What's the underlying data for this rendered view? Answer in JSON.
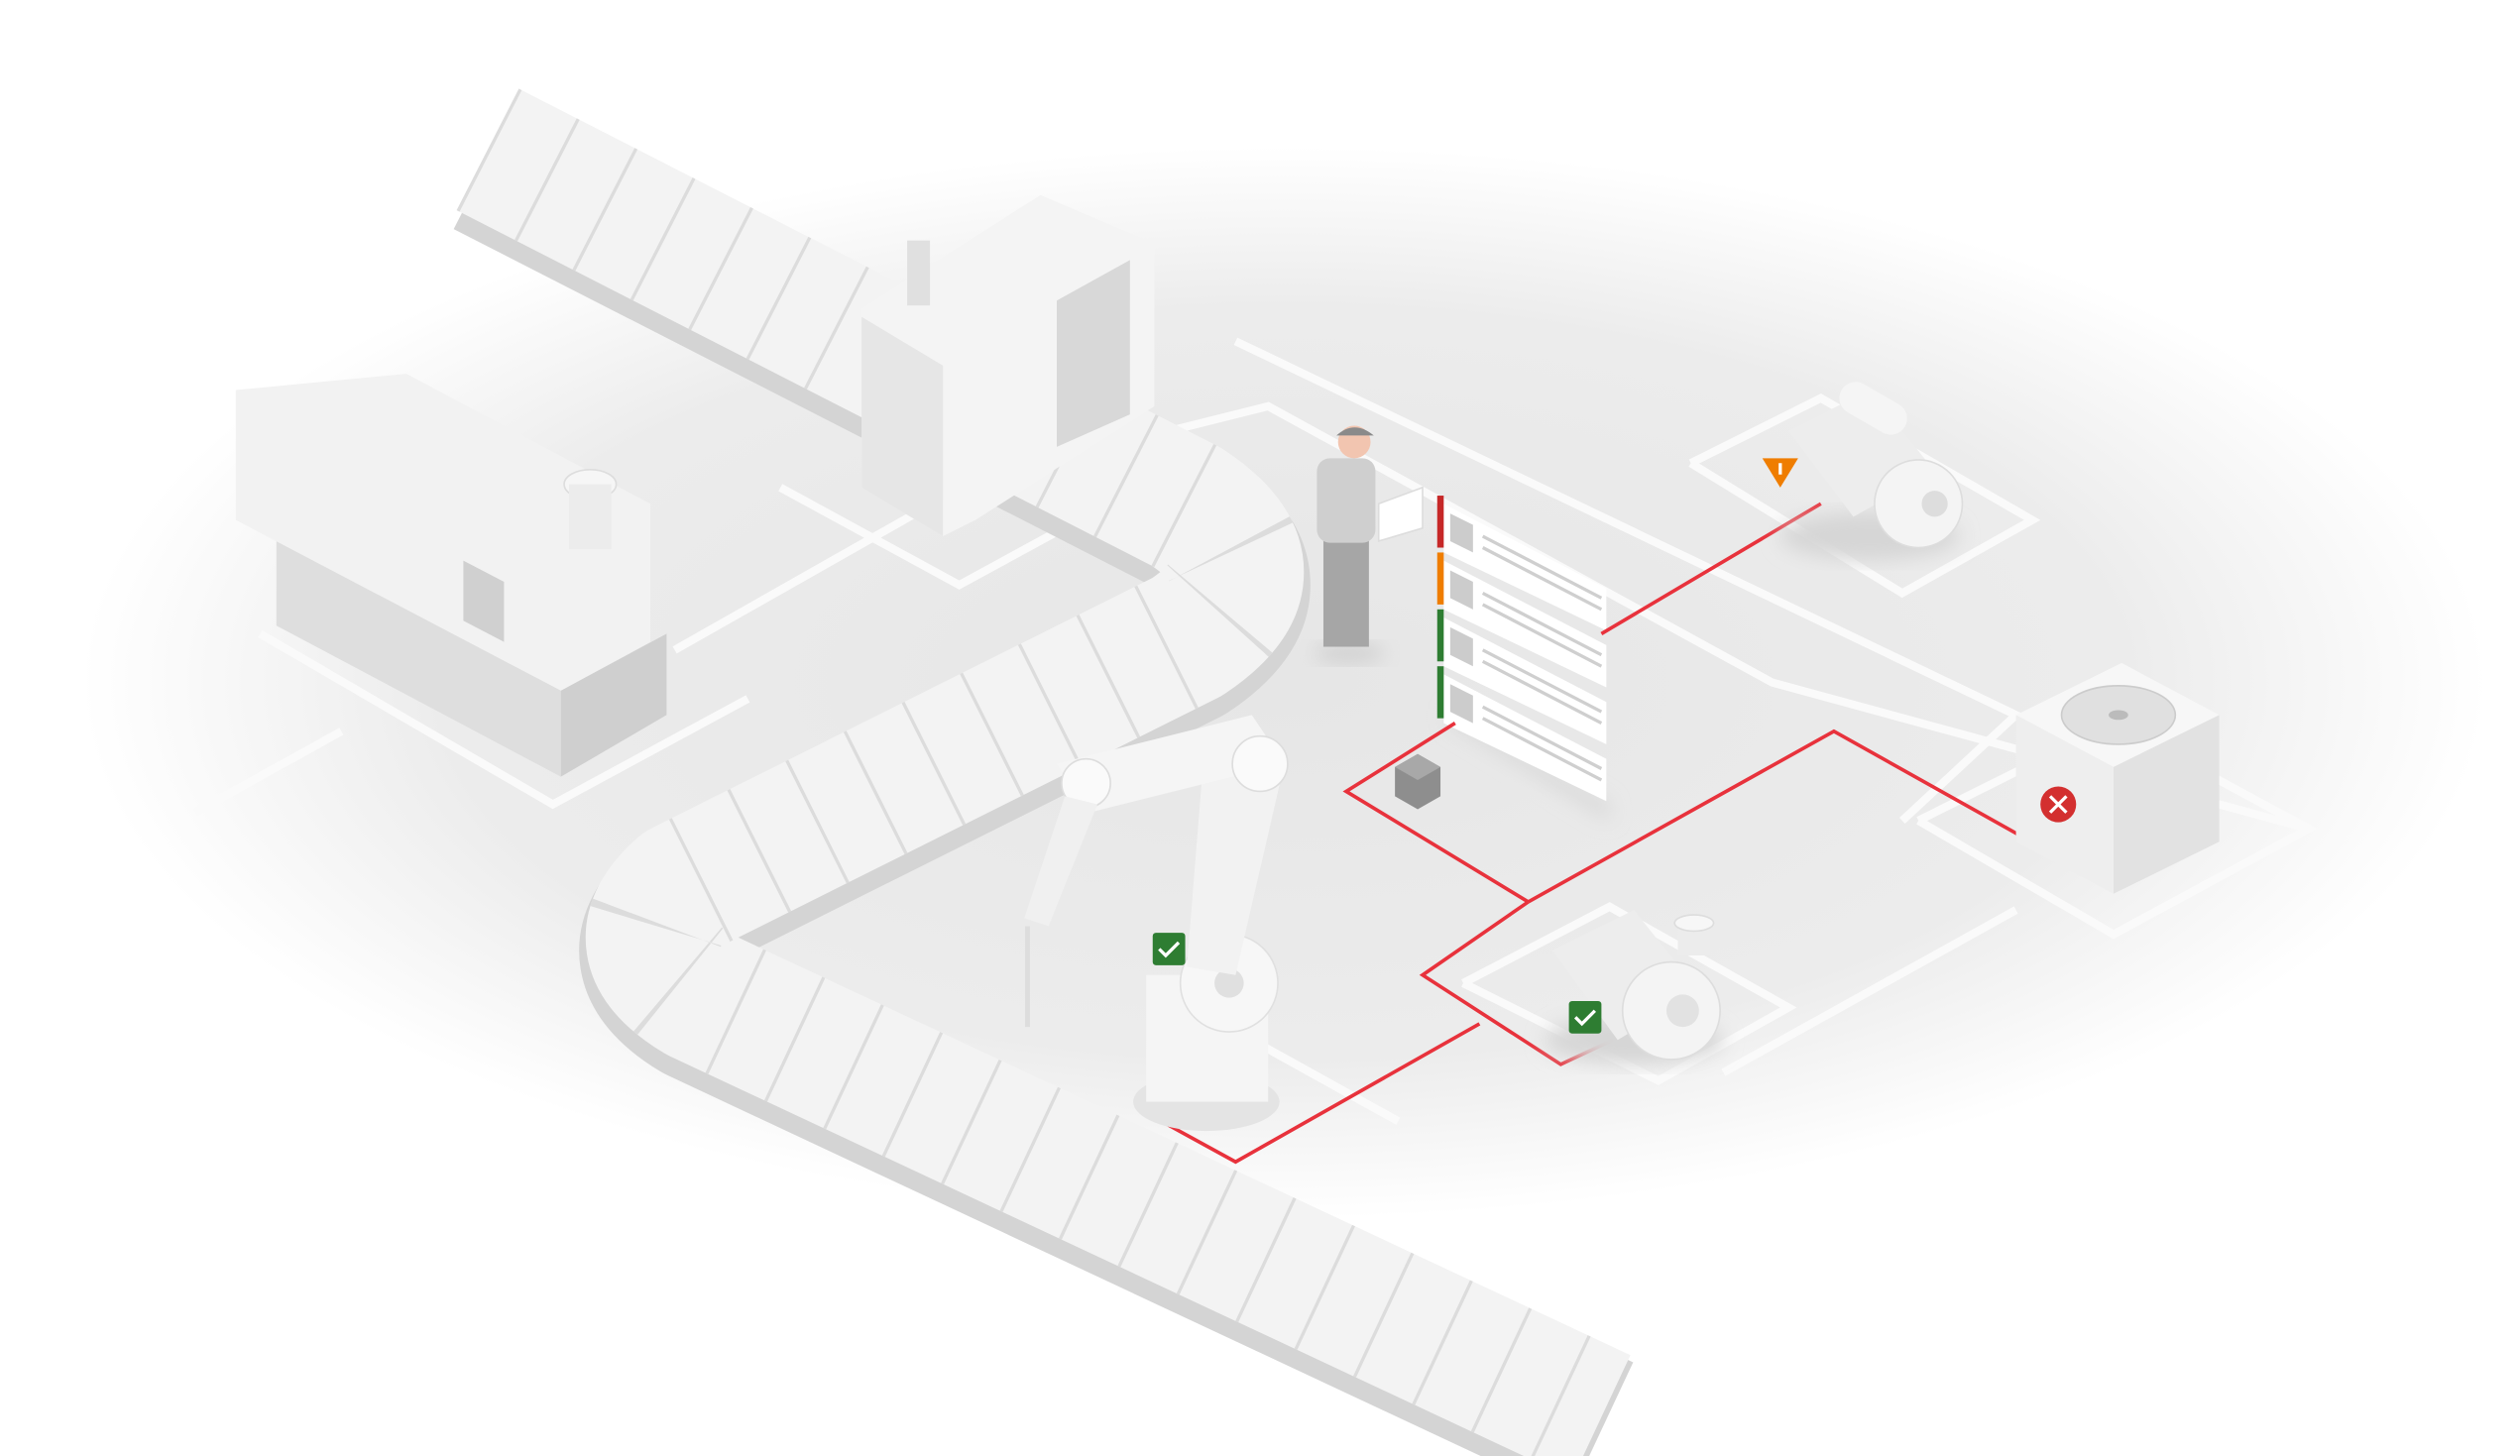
{
  "colors": {
    "accent_line": "#e8323c",
    "floor": "#e9e9e9",
    "status_ok": "#2e7d32",
    "status_warning": "#ef7d00",
    "status_error": "#d32f2f"
  },
  "panel": {
    "rows": [
      {
        "status": "error",
        "color": "#c62828"
      },
      {
        "status": "warning",
        "color": "#ef7d00"
      },
      {
        "status": "ok",
        "color": "#2e7d32"
      },
      {
        "status": "ok",
        "color": "#2e7d32"
      }
    ]
  },
  "machines": [
    {
      "name": "motor-top-right",
      "status_icon": "warning-triangle-icon"
    },
    {
      "name": "cooling-fan-unit",
      "status_icon": "error-x-icon"
    },
    {
      "name": "pump-motor",
      "status_icon": "checkmark-icon"
    },
    {
      "name": "robot-arm",
      "status_icon": "checkmark-icon"
    }
  ]
}
